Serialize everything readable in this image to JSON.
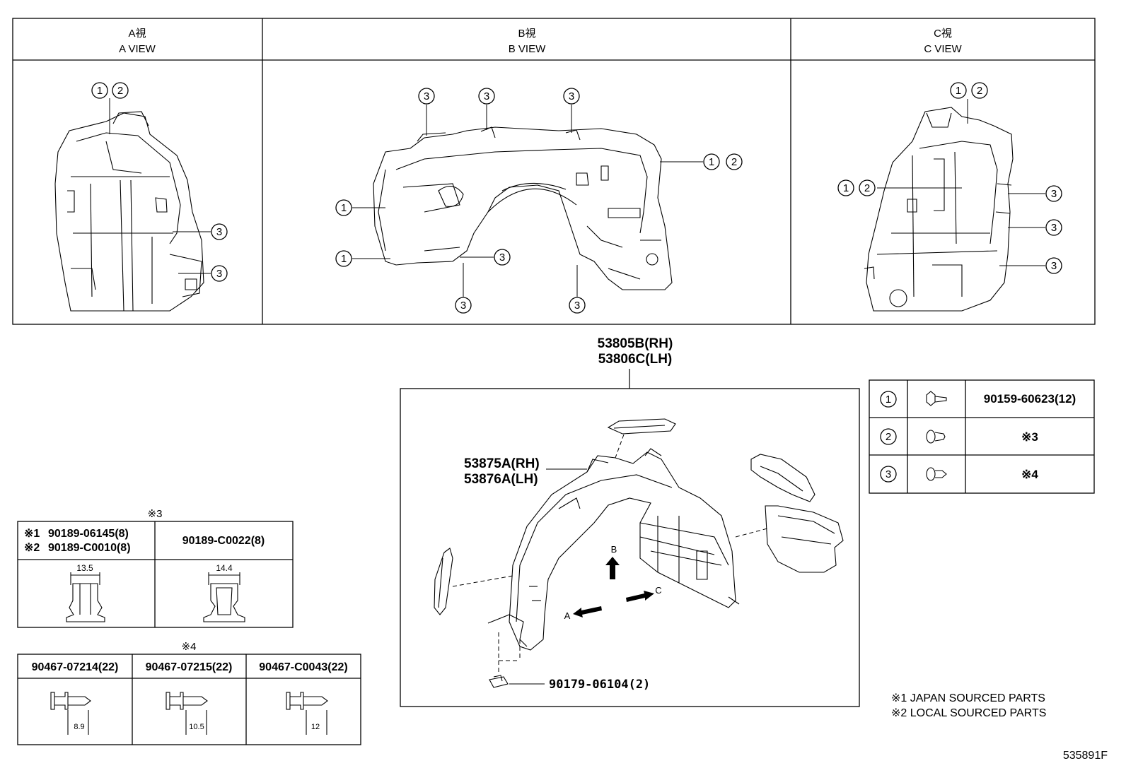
{
  "views": [
    {
      "title_jp": "A視",
      "title_en": "A VIEW"
    },
    {
      "title_jp": "B視",
      "title_en": "B VIEW"
    },
    {
      "title_jp": "C視",
      "title_en": "C VIEW"
    }
  ],
  "callouts": {
    "one": "1",
    "two": "2",
    "three": "3"
  },
  "assembly": {
    "part_rh": "53805B(RH)",
    "part_lh": "53806C(LH)",
    "liner_rh": "53875A(RH)",
    "liner_lh": "53876A(LH)",
    "nut": "90179-06104(2)",
    "arrow_a": "A",
    "arrow_b": "B",
    "arrow_c": "C"
  },
  "fastener_table": {
    "rows": [
      {
        "num": "1",
        "part": "90159-60623(12)"
      },
      {
        "num": "2",
        "part": "※3"
      },
      {
        "num": "3",
        "part": "※4"
      }
    ]
  },
  "note3": {
    "title": "※3",
    "col1_line1_mark": "※1",
    "col1_line1": "90189-06145(8)",
    "col1_line2_mark": "※2",
    "col1_line2": "90189-C0010(8)",
    "col2": "90189-C0022(8)",
    "dim1": "13.5",
    "dim2": "14.4"
  },
  "note4": {
    "title": "※4",
    "parts": [
      "90467-07214(22)",
      "90467-07215(22)",
      "90467-C0043(22)"
    ],
    "dims": [
      "8.9",
      "10.5",
      "12"
    ]
  },
  "legend": {
    "line1": "※1 JAPAN SOURCED PARTS",
    "line2": "※2 LOCAL SOURCED PARTS"
  },
  "figure_id": "535891F"
}
